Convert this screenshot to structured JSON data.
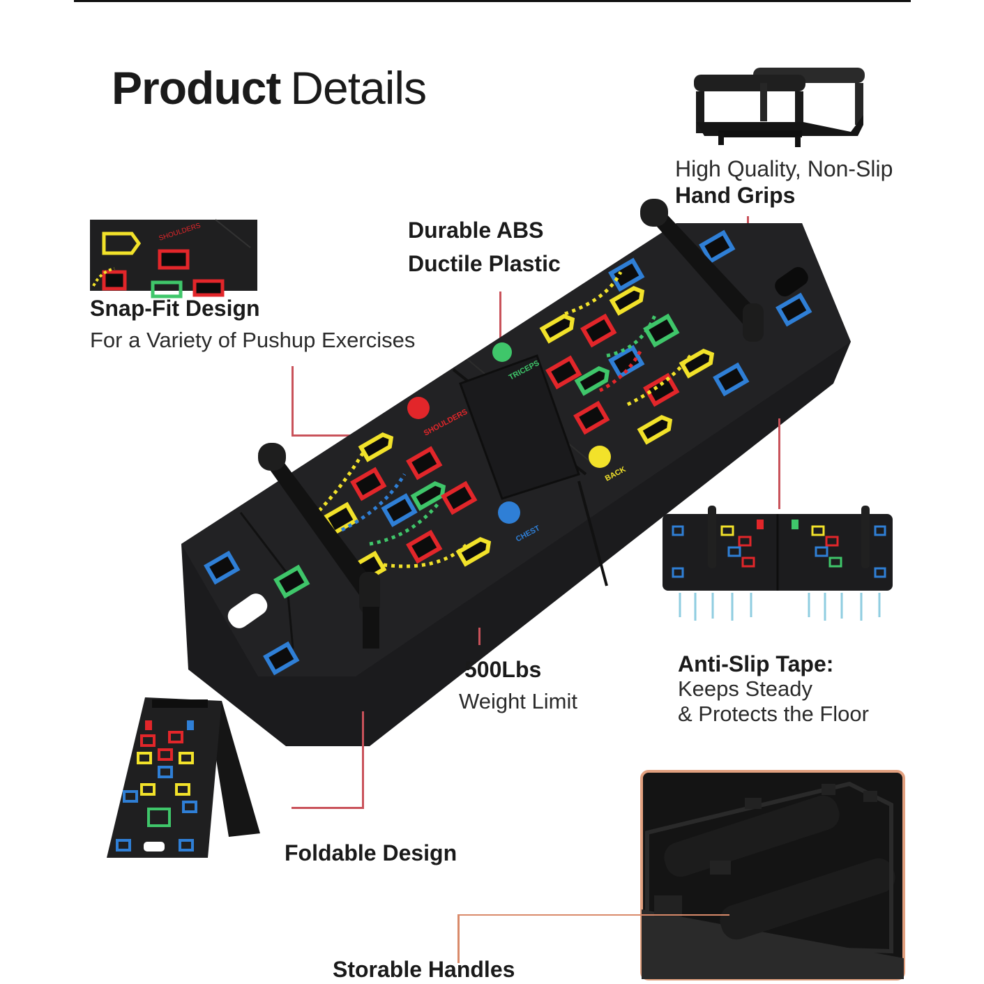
{
  "title": {
    "bold": "Product",
    "normal": "Details"
  },
  "labels": {
    "hand_grips": {
      "line1": "High Quality, Non-Slip",
      "line2": "Hand Grips"
    },
    "abs": {
      "line1": "Durable ABS",
      "line2": "Ductile Plastic"
    },
    "snap_fit": {
      "line1": "Snap-Fit Design",
      "line2": "For a Variety of Pushup Exercises"
    },
    "weight": {
      "line1": "500Lbs",
      "line2": "Weight Limit"
    },
    "anti_slip": {
      "line1": "Anti-Slip Tape:",
      "line2": "Keeps Steady",
      "line3": "& Protects the Floor"
    },
    "foldable": "Foldable Design",
    "storable": "Storable Handles"
  },
  "board_text": {
    "shoulders": "SHOULDERS",
    "triceps": "TRICEPS",
    "chest": "CHEST",
    "back": "BACK"
  },
  "colors": {
    "board": "#1c1c1e",
    "yellow": "#f2e22a",
    "red": "#e2262a",
    "blue": "#2f7fd6",
    "green": "#3fc66a",
    "leader": "#c9525a"
  }
}
